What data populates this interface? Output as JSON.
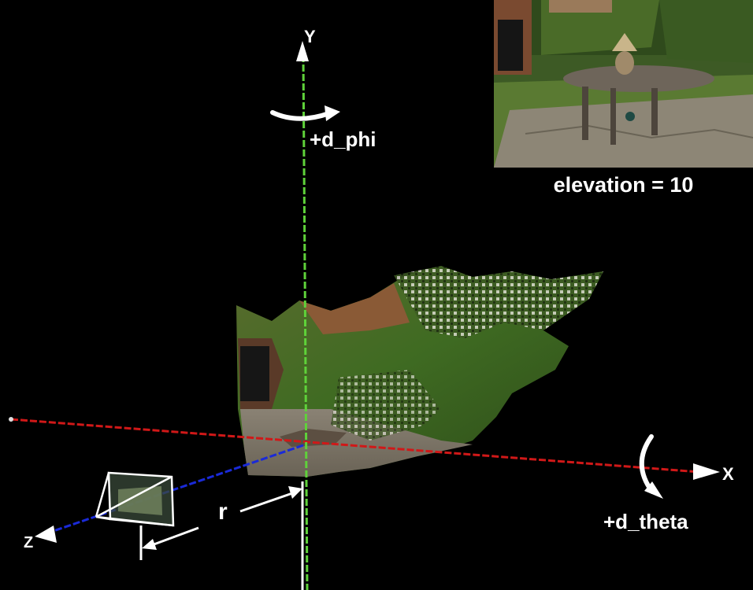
{
  "axes": {
    "x_label": "X",
    "y_label": "Y",
    "z_label": "Z"
  },
  "rotations": {
    "phi_label": "+d_phi",
    "theta_label": "+d_theta"
  },
  "radius_label": "r",
  "inset": {
    "caption": "elevation = 10"
  },
  "colors": {
    "x_axis": "#d01818",
    "y_axis": "#5fd23a",
    "z_axis": "#1a2ad8",
    "background": "#000000",
    "annotation": "#ffffff"
  },
  "icons": {
    "camera": "camera-frustum-icon",
    "phi_arrow": "rotation-arrow-icon",
    "theta_arrow": "rotation-arrow-icon"
  }
}
